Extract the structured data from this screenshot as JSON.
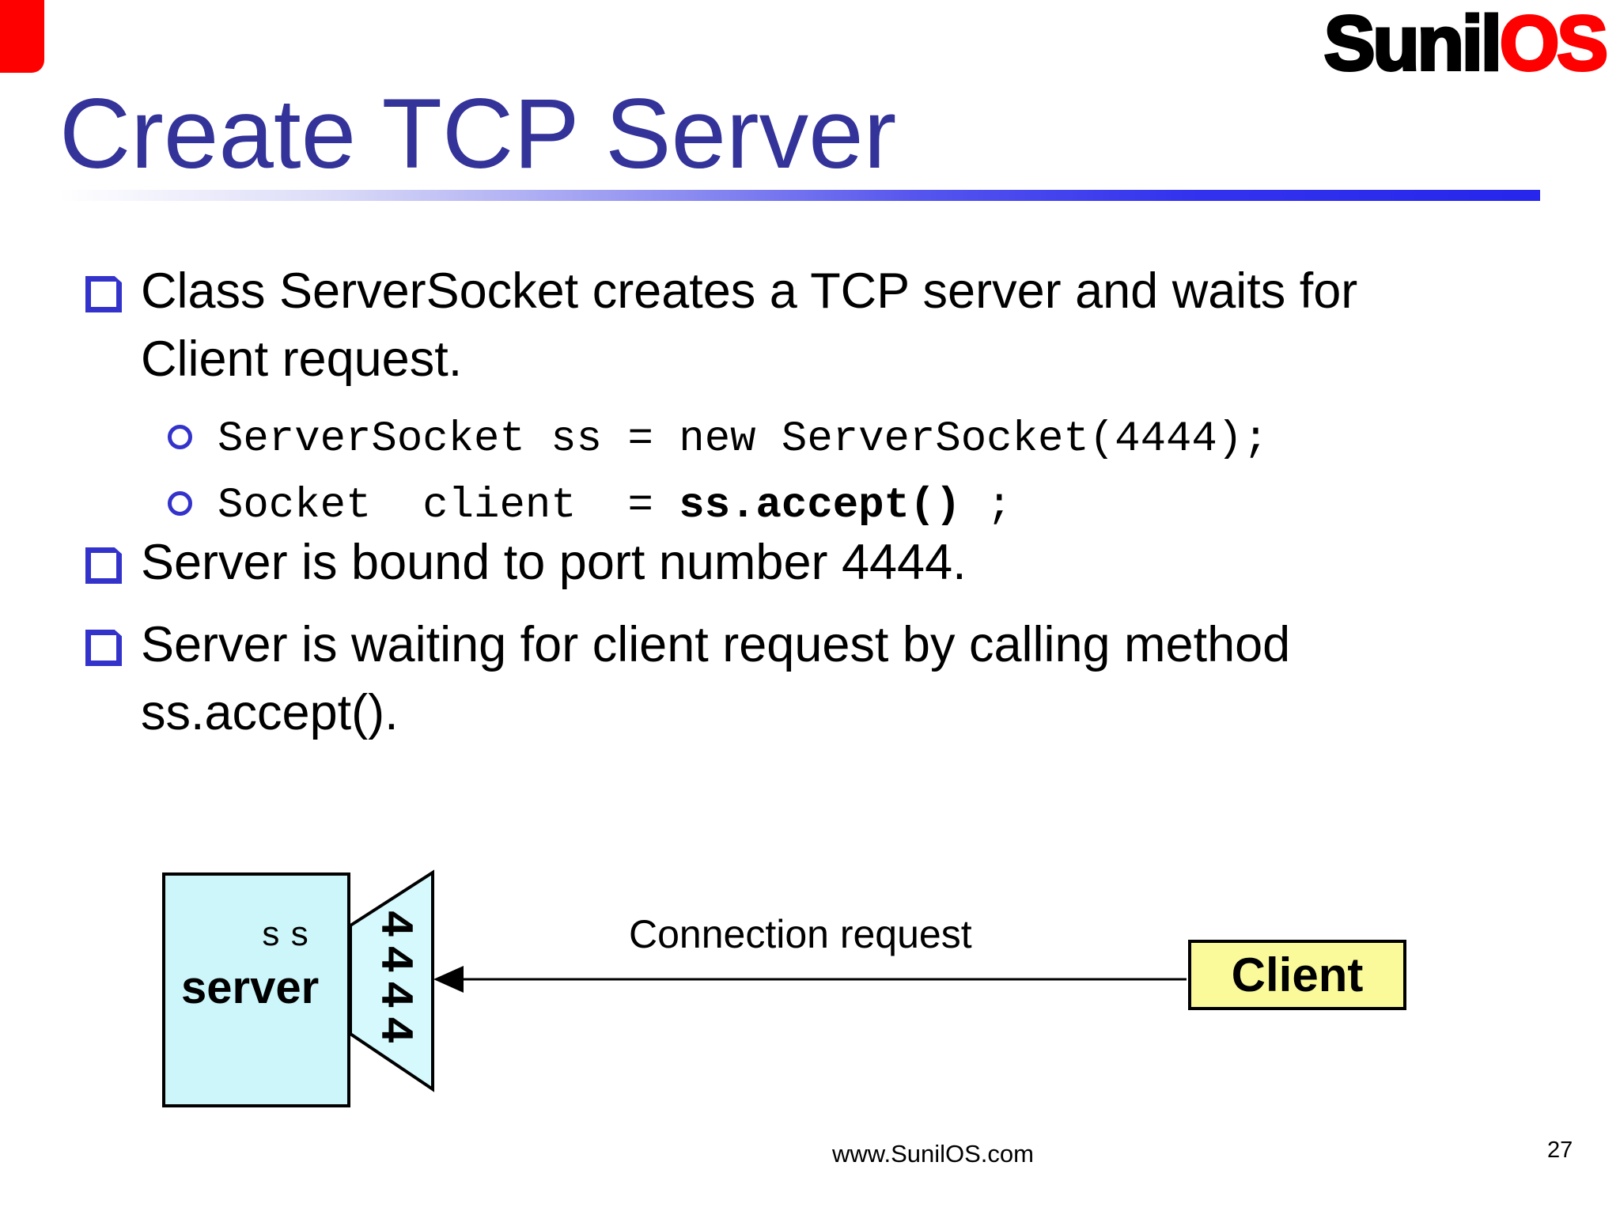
{
  "logo": {
    "black_text": "Sunil",
    "red_text": "OS"
  },
  "title": "Create TCP Server",
  "bullets": {
    "b1": "Class ServerSocket creates a TCP server and waits for\nClient request.",
    "code1": "ServerSocket ss = new ServerSocket(4444);",
    "code2_prefix": "Socket  client  = ",
    "code2_bold": "ss.accept()",
    "code2_suffix": " ;",
    "b2": "Server is bound to port number 4444.",
    "b3": "Server is waiting for client request by calling method\nss.accept()."
  },
  "diagram": {
    "server_box_small_label": "ss",
    "server_box_label": "server",
    "port_number": "4444",
    "arrow_label": "Connection request",
    "client_box_label": "Client"
  },
  "footer": {
    "website": "www.SunilOS.com",
    "page_number": "27"
  },
  "colors": {
    "title_blue": "#333399",
    "bullet_blue": "#3333CC",
    "accent_red": "#FF0000",
    "server_box_fill": "#CCF6FA",
    "trapezoid_fill": "#D5F9FC",
    "client_box_fill": "#FAFA9B",
    "underline_gradient_end": "#3333FF"
  }
}
